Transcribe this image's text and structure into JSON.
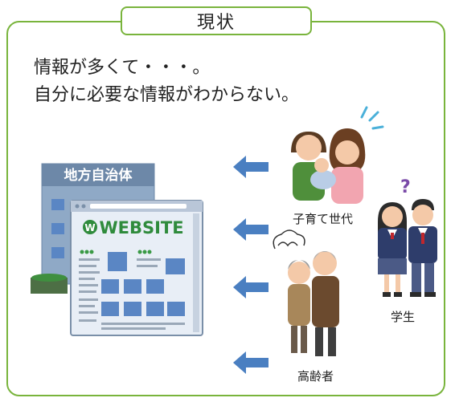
{
  "header": {
    "title": "現状"
  },
  "description": {
    "line1": "情報が多くて・・・。",
    "line2": "自分に必要な情報がわからない。"
  },
  "building": {
    "sign": "地方自治体"
  },
  "website": {
    "logo_letter": "W",
    "logo_text": "WEBSITE"
  },
  "groups": [
    {
      "label": "子育て世代"
    },
    {
      "label": "学生"
    },
    {
      "label": "高齢者"
    }
  ],
  "colors": {
    "frame": "#79b43c",
    "arrow": "#4a7fc1",
    "building": "#8fa9c6",
    "screen": "#2f8b3c"
  }
}
